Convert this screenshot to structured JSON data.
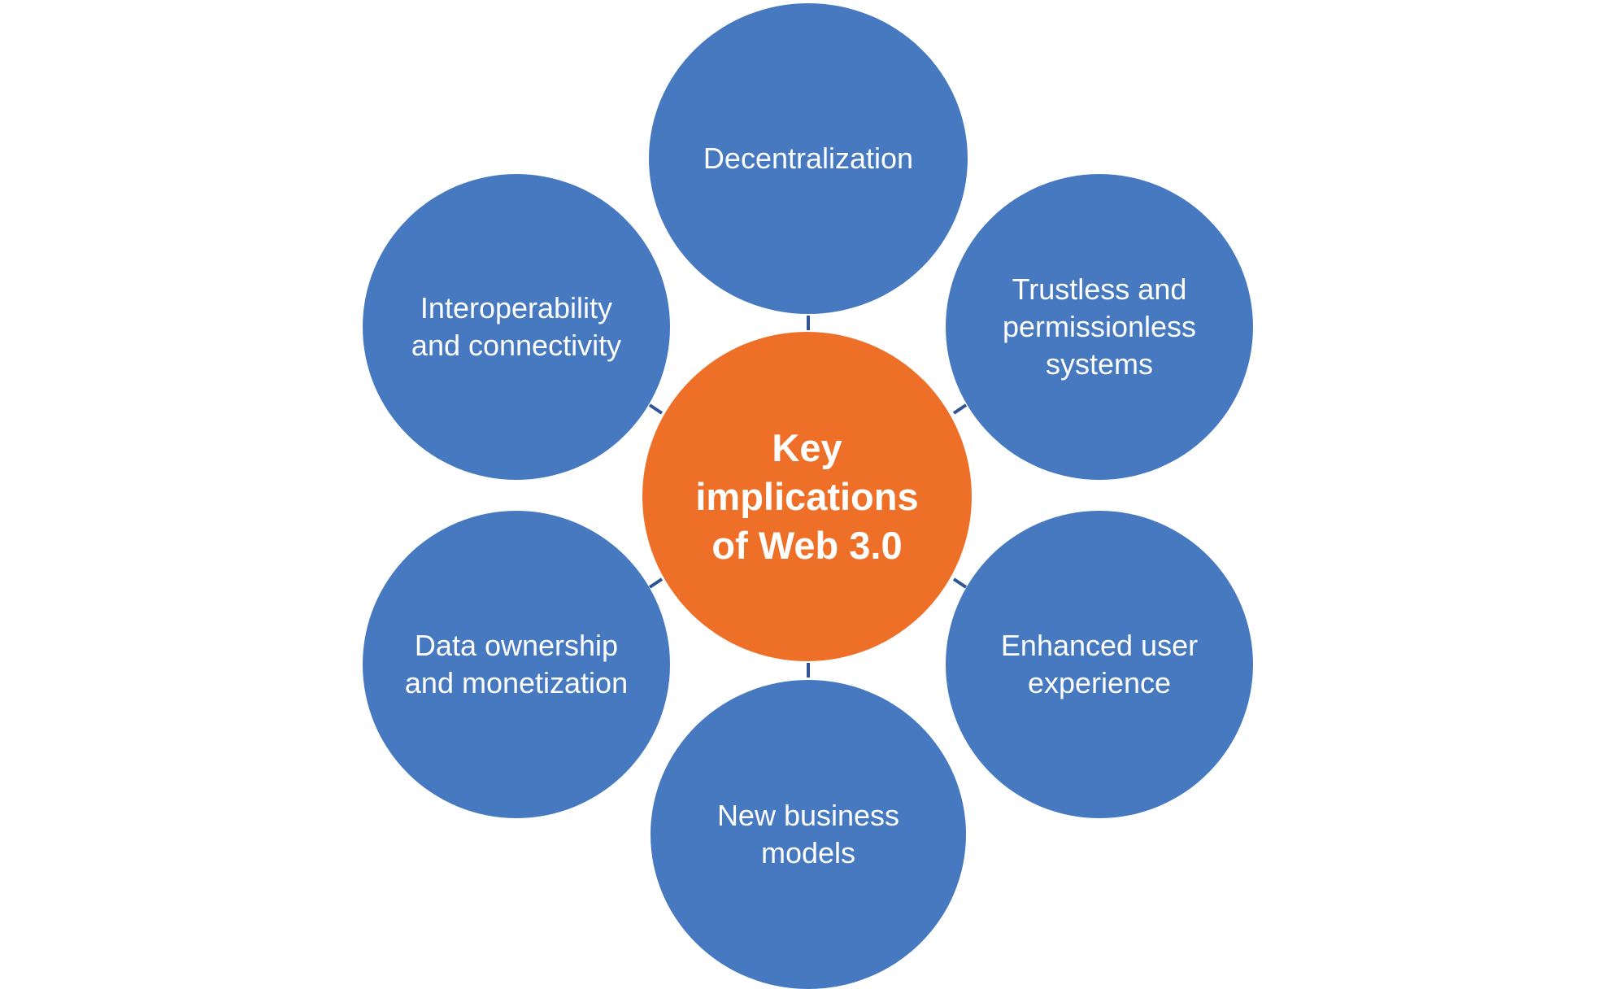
{
  "diagram": {
    "center": {
      "label": "Key implications of Web 3.0",
      "color": "#ee7028"
    },
    "node_color": "#4679bf",
    "connector_color": "#2f5597",
    "nodes": [
      {
        "label": "Decentralization"
      },
      {
        "label": "Trustless and permissionless systems"
      },
      {
        "label": "Enhanced user experience"
      },
      {
        "label": "New business models"
      },
      {
        "label": "Data ownership and monetization"
      },
      {
        "label": "Interoperability and connectivity"
      }
    ]
  }
}
